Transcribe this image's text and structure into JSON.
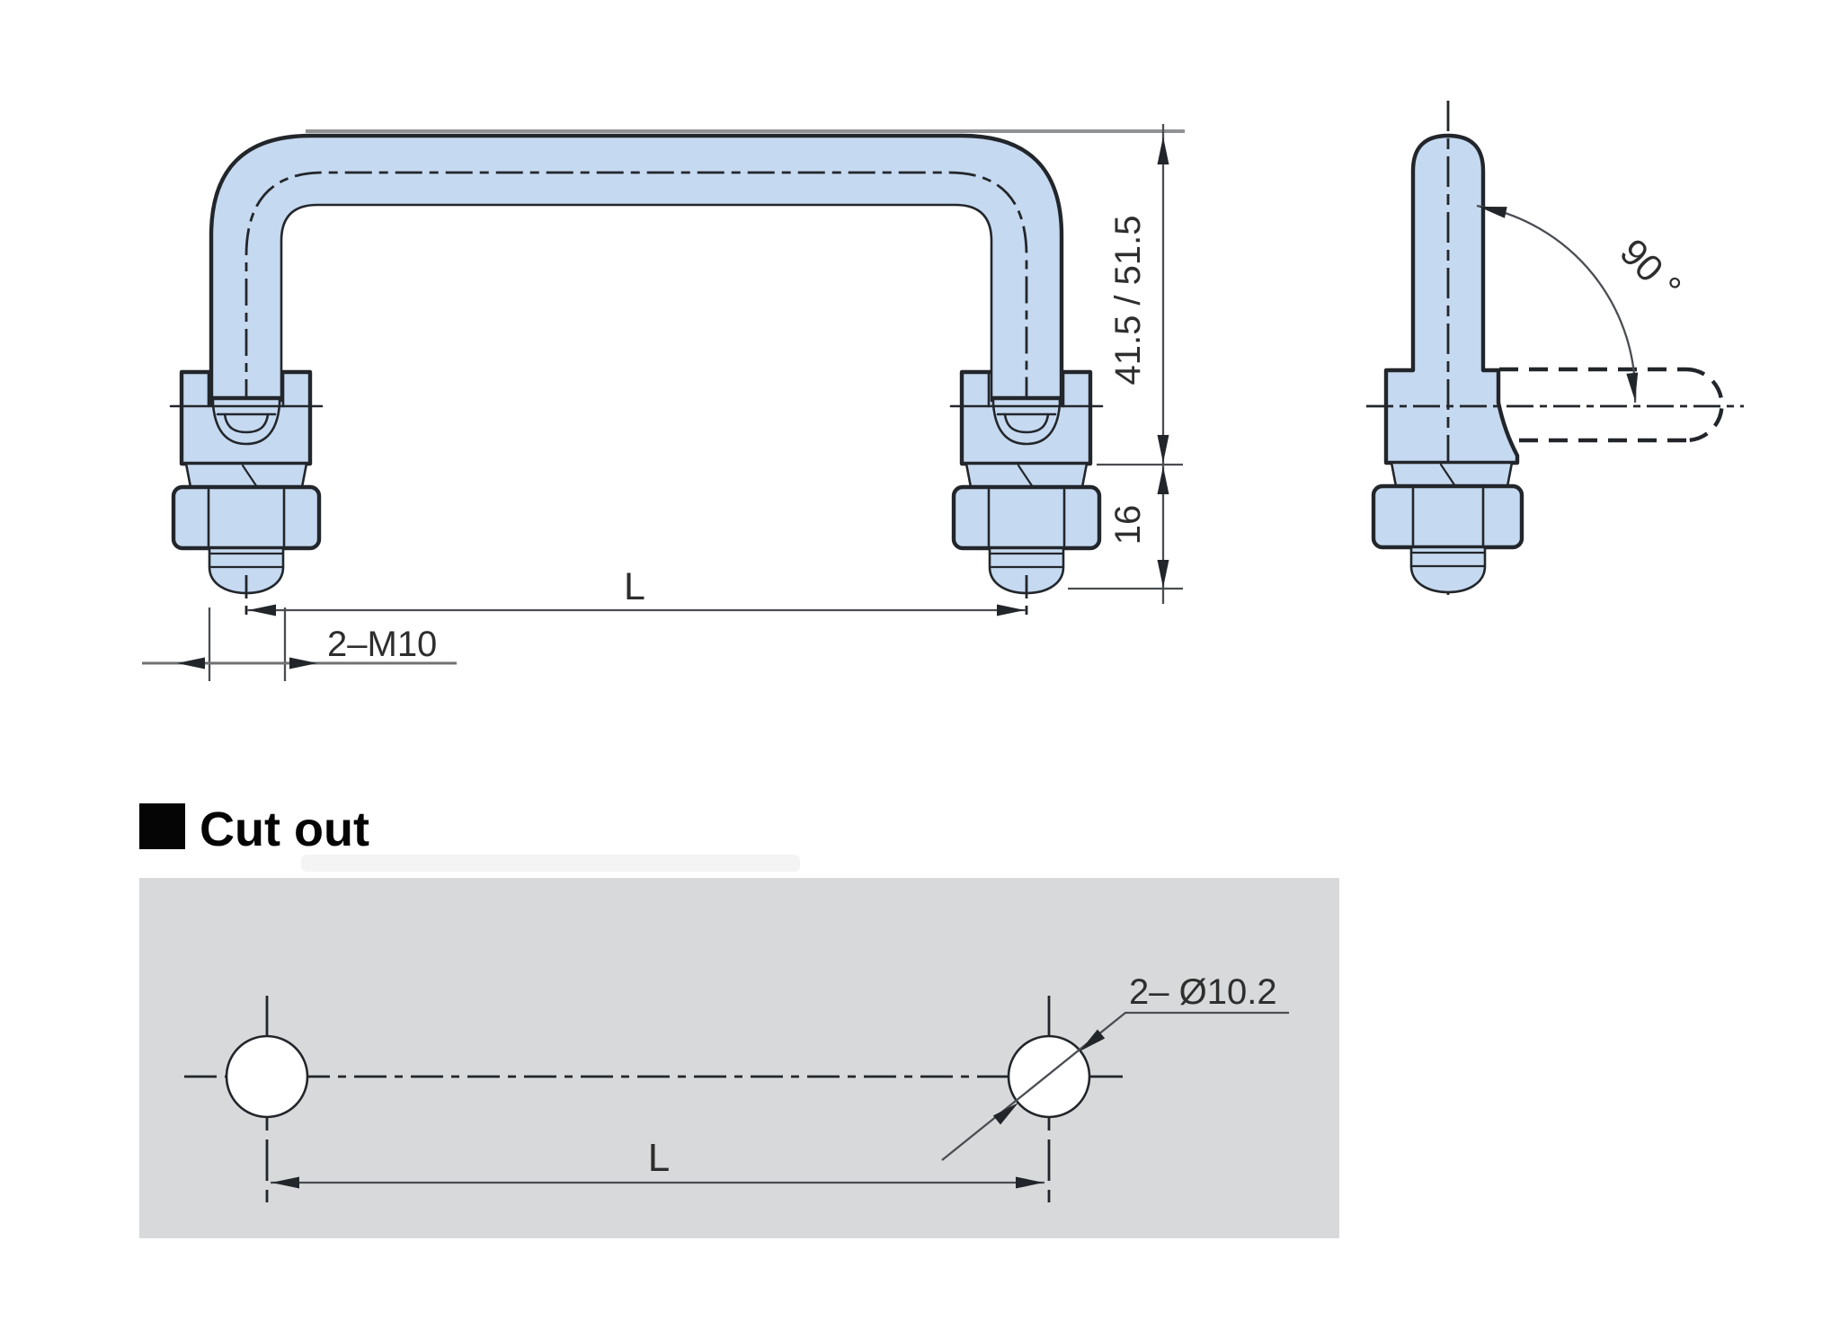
{
  "views": {
    "front": {
      "dim_height": "41.5 / 51.5",
      "dim_protrusion": "16",
      "dim_span": "L",
      "dim_thread": "2–M10"
    },
    "side": {
      "dim_angle": "90 °"
    },
    "cutout": {
      "heading": "Cut out",
      "dim_span": "L",
      "dim_holes": "2– Ø10.2"
    }
  },
  "colors": {
    "handle_fill": "#c5d9f0",
    "panel_fill": "#d8d9da",
    "outline": "#22262b",
    "dim": "#4a4d52",
    "gray_ext": "#909294",
    "background": "#ffffff"
  }
}
